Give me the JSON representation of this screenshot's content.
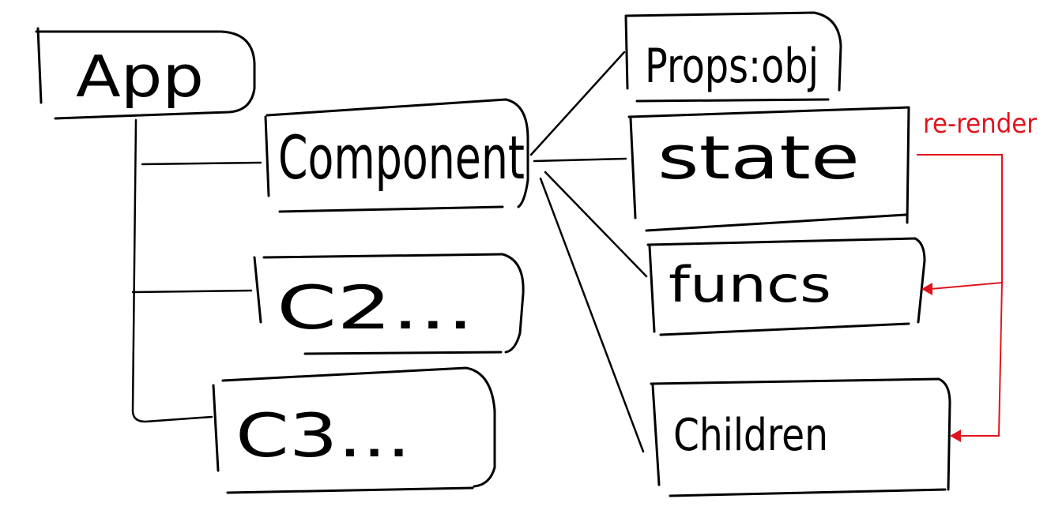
{
  "nodes": {
    "app": "App",
    "component": "Component",
    "c2": "C2...",
    "c3": "C3...",
    "props": "Props:obj",
    "state": "state",
    "funcs": "funcs",
    "children": "Children"
  },
  "annotation": {
    "rerender": "re-render"
  },
  "colors": {
    "ink": "#000000",
    "accent": "#e0141e"
  }
}
